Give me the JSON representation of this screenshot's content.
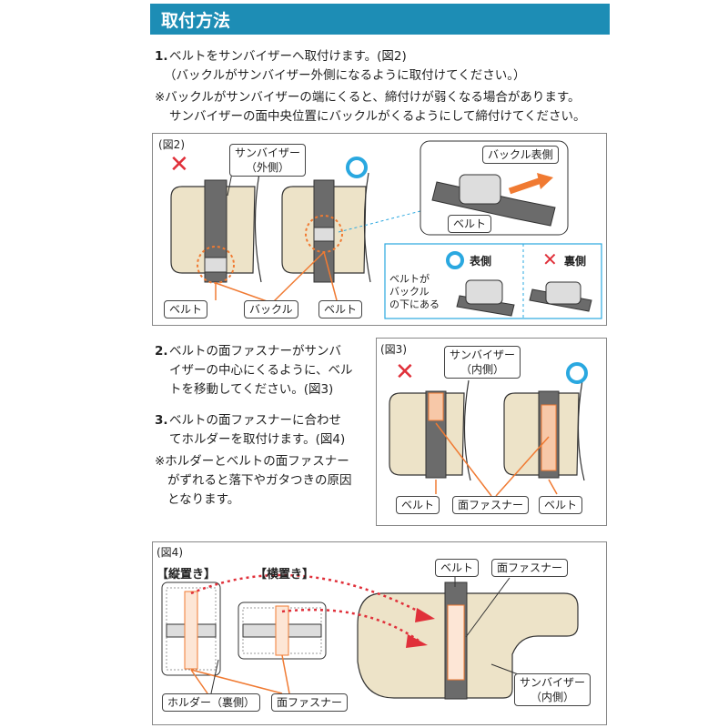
{
  "header": {
    "title": "取付方法"
  },
  "step1": {
    "num": "1.",
    "line1": "ベルトをサンバイザーへ取付けます。(図2)",
    "line2": "（バックルがサンバイザー外側になるように取付けてください。）",
    "note1": "※バックルがサンバイザーの端にくると、締付けが弱くなる場合があります。",
    "note2": "サンバイザーの面中央位置にバックルがくるようにして締付けてください。"
  },
  "fig2": {
    "caption": "(図2)",
    "visor_label": "サンバイザー\n（外側）",
    "belt_left": "ベルト",
    "buckle": "バックル",
    "belt_right": "ベルト",
    "inset_buckle_front": "バックル表側",
    "inset_belt": "ベルト",
    "front_side": "表側",
    "back_side": "裏側",
    "belt_under_buckle": "ベルトが\nバックル\nの下にある"
  },
  "step2": {
    "num": "2.",
    "line1": "ベルトの面ファスナーがサンバ",
    "line2": "イザーの中心にくるように、ベル",
    "line3": "トを移動してください。(図3)"
  },
  "step3": {
    "num": "3.",
    "line1": "ベルトの面ファスナーに合わせ",
    "line2": "てホルダーを取付けます。(図4)",
    "note1": "※ホルダーとベルトの面ファスナー",
    "note2": "がずれると落下やガタつきの原因",
    "note3": "となります。"
  },
  "fig3": {
    "caption": "(図3)",
    "visor_label": "サンバイザー\n（内側）",
    "belt_left": "ベルト",
    "fastener": "面ファスナー",
    "belt_right": "ベルト"
  },
  "fig4": {
    "caption": "(図4)",
    "vertical": "【縦置き】",
    "horizontal": "【横置き】",
    "belt": "ベルト",
    "fastener_top": "面ファスナー",
    "holder_back": "ホルダー（裏側）",
    "fastener_bottom": "面ファスナー",
    "visor_label": "サンバイザー\n（内側）"
  },
  "colors": {
    "accent": "#1d8db5",
    "ok": "#2aa8e0",
    "ng": "#e0303a",
    "visor": "#ede3c8",
    "belt": "#6b6b6b",
    "highlight": "#f07a32"
  }
}
